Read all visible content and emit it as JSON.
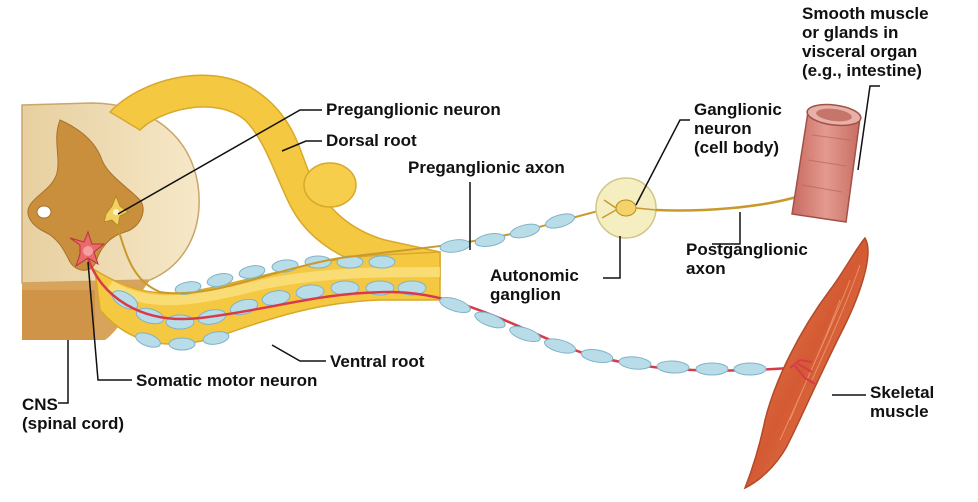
{
  "labels": {
    "preganglionic_neuron": "Preganglionic neuron",
    "dorsal_root": "Dorsal root",
    "preganglionic_axon": "Preganglionic axon",
    "ganglionic_neuron": [
      "Ganglionic",
      "neuron",
      "(cell body)"
    ],
    "smooth_muscle": [
      "Smooth muscle",
      "or glands in",
      "visceral organ",
      "(e.g., intestine)"
    ],
    "postganglionic_axon": [
      "Postganglionic",
      "axon"
    ],
    "autonomic_ganglion": [
      "Autonomic",
      "ganglion"
    ],
    "ventral_root": "Ventral root",
    "somatic_motor_neuron": "Somatic motor neuron",
    "cns": [
      "CNS",
      "(spinal cord)"
    ],
    "skeletal_muscle": [
      "Skeletal",
      "muscle"
    ]
  },
  "colors": {
    "nerve_yellow": "#f5c842",
    "nerve_light": "#fbe48a",
    "myelin_blue": "#b9dce9",
    "grey_matter": "#c98f3c",
    "white_matter": "#f1dfb9",
    "motor_axon_red": "#d93a4a",
    "autonomic_axon": "#c89a2c",
    "ganglion": "#f4eec0",
    "muscle_red": "#d9673f",
    "intestine": "#d9847a",
    "leader_line": "#111111"
  }
}
